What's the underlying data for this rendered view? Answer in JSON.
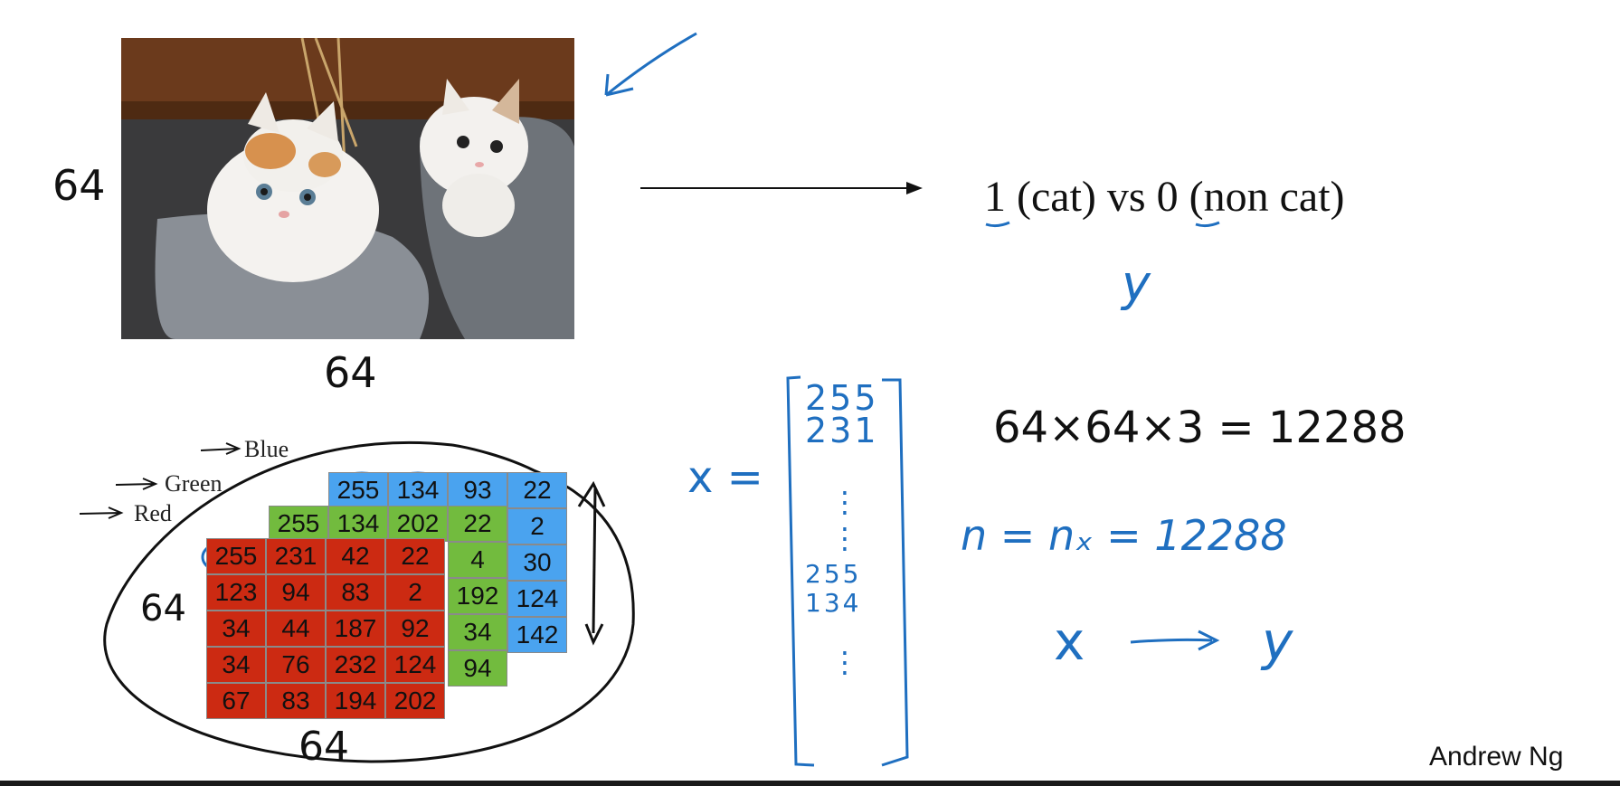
{
  "title_text": {
    "one": "1",
    "cat": "(cat) vs",
    "zero": "0",
    "noncat": "(non cat)"
  },
  "handwriting": {
    "dim_left": "64",
    "dim_bottom": "64",
    "y_label": "y",
    "grid_dim_left": "64",
    "grid_dim_bottom": "64",
    "x_eq": "x =",
    "product": "64×64×3 = 12288",
    "n_eq": "n = nₓ = 12288",
    "map_x": "x",
    "map_y": "y",
    "vector": [
      "255",
      "231",
      "⋮",
      "⋮",
      "255",
      "134",
      "⋮"
    ]
  },
  "channels": {
    "blue_label": "Blue",
    "green_label": "Green",
    "red_label": "Red",
    "blue": [
      [
        "255",
        "134",
        "93",
        "22"
      ],
      [
        "",
        "",
        "",
        "2"
      ],
      [
        "",
        "",
        "",
        "30"
      ],
      [
        "",
        "",
        "",
        "124"
      ],
      [
        "",
        "",
        "",
        "142"
      ]
    ],
    "green": [
      [
        "255",
        "134",
        "202",
        "22"
      ],
      [
        "",
        "",
        "",
        "4"
      ],
      [
        "",
        "",
        "",
        "192"
      ],
      [
        "",
        "",
        "",
        "34"
      ],
      [
        "",
        "",
        "",
        "94"
      ]
    ],
    "red": [
      [
        "255",
        "231",
        "42",
        "22"
      ],
      [
        "123",
        "94",
        "83",
        "2"
      ],
      [
        "34",
        "44",
        "187",
        "92"
      ],
      [
        "34",
        "76",
        "232",
        "124"
      ],
      [
        "67",
        "83",
        "194",
        "202"
      ]
    ]
  },
  "credit": "Andrew Ng",
  "colors": {
    "ink_blue": "#1f6fc0",
    "ink_black": "#111111",
    "red_channel": "#cc2a12",
    "green_channel": "#72bb3e",
    "blue_channel": "#4aa3ef"
  }
}
